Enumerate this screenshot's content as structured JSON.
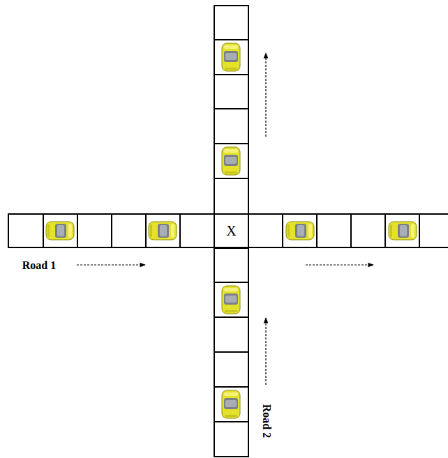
{
  "diagram": {
    "nodes": [
      {
        "text": [
          "X"
        ]
      }
    ],
    "labels": [
      "Road 1",
      "Road 2"
    ]
  }
}
